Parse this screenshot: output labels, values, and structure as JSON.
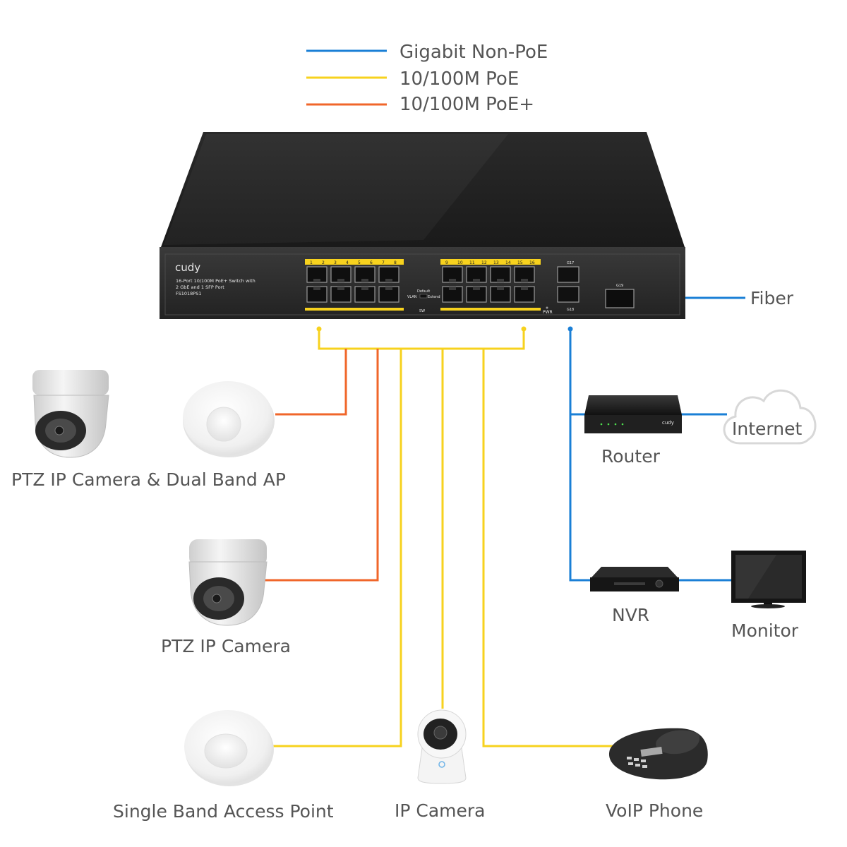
{
  "colors": {
    "gigabit": "#1a7fd6",
    "poe": "#f7d21e",
    "poe_plus": "#f0662a",
    "label": "#555555"
  },
  "legend": [
    {
      "label": "Gigabit Non-PoE",
      "color": "#1a7fd6"
    },
    {
      "label": "10/100M PoE",
      "color": "#f7d21e"
    },
    {
      "label": "10/100M PoE+",
      "color": "#f0662a"
    }
  ],
  "switch": {
    "brand": "cudy",
    "description_line1": "16-Port 10/100M PoE+ Switch with",
    "description_line2": "2 GbE and 1 SFP Port",
    "model": "FS1018PS1",
    "left_port_numbers": [
      "1",
      "2",
      "3",
      "4",
      "5",
      "6",
      "7",
      "8"
    ],
    "right_port_numbers": [
      "9",
      "10",
      "11",
      "12",
      "13",
      "14",
      "15",
      "16"
    ],
    "switch_default": "Default",
    "switch_vlan": "VLAN",
    "switch_extend": "Extend",
    "switch_sw": "SW",
    "pwr": "PWR",
    "uplink_labels": [
      "G17",
      "G18",
      "G19"
    ]
  },
  "devices": {
    "fiber": "Fiber",
    "router": "Router",
    "router_brand": "cudy",
    "internet": "Internet",
    "nvr": "NVR",
    "monitor": "Monitor",
    "ptz_ap": "PTZ IP Camera & Dual Band AP",
    "ptz": "PTZ IP Camera",
    "single_ap": "Single Band Access Point",
    "ip_camera": "IP Camera",
    "voip": "VoIP Phone"
  }
}
